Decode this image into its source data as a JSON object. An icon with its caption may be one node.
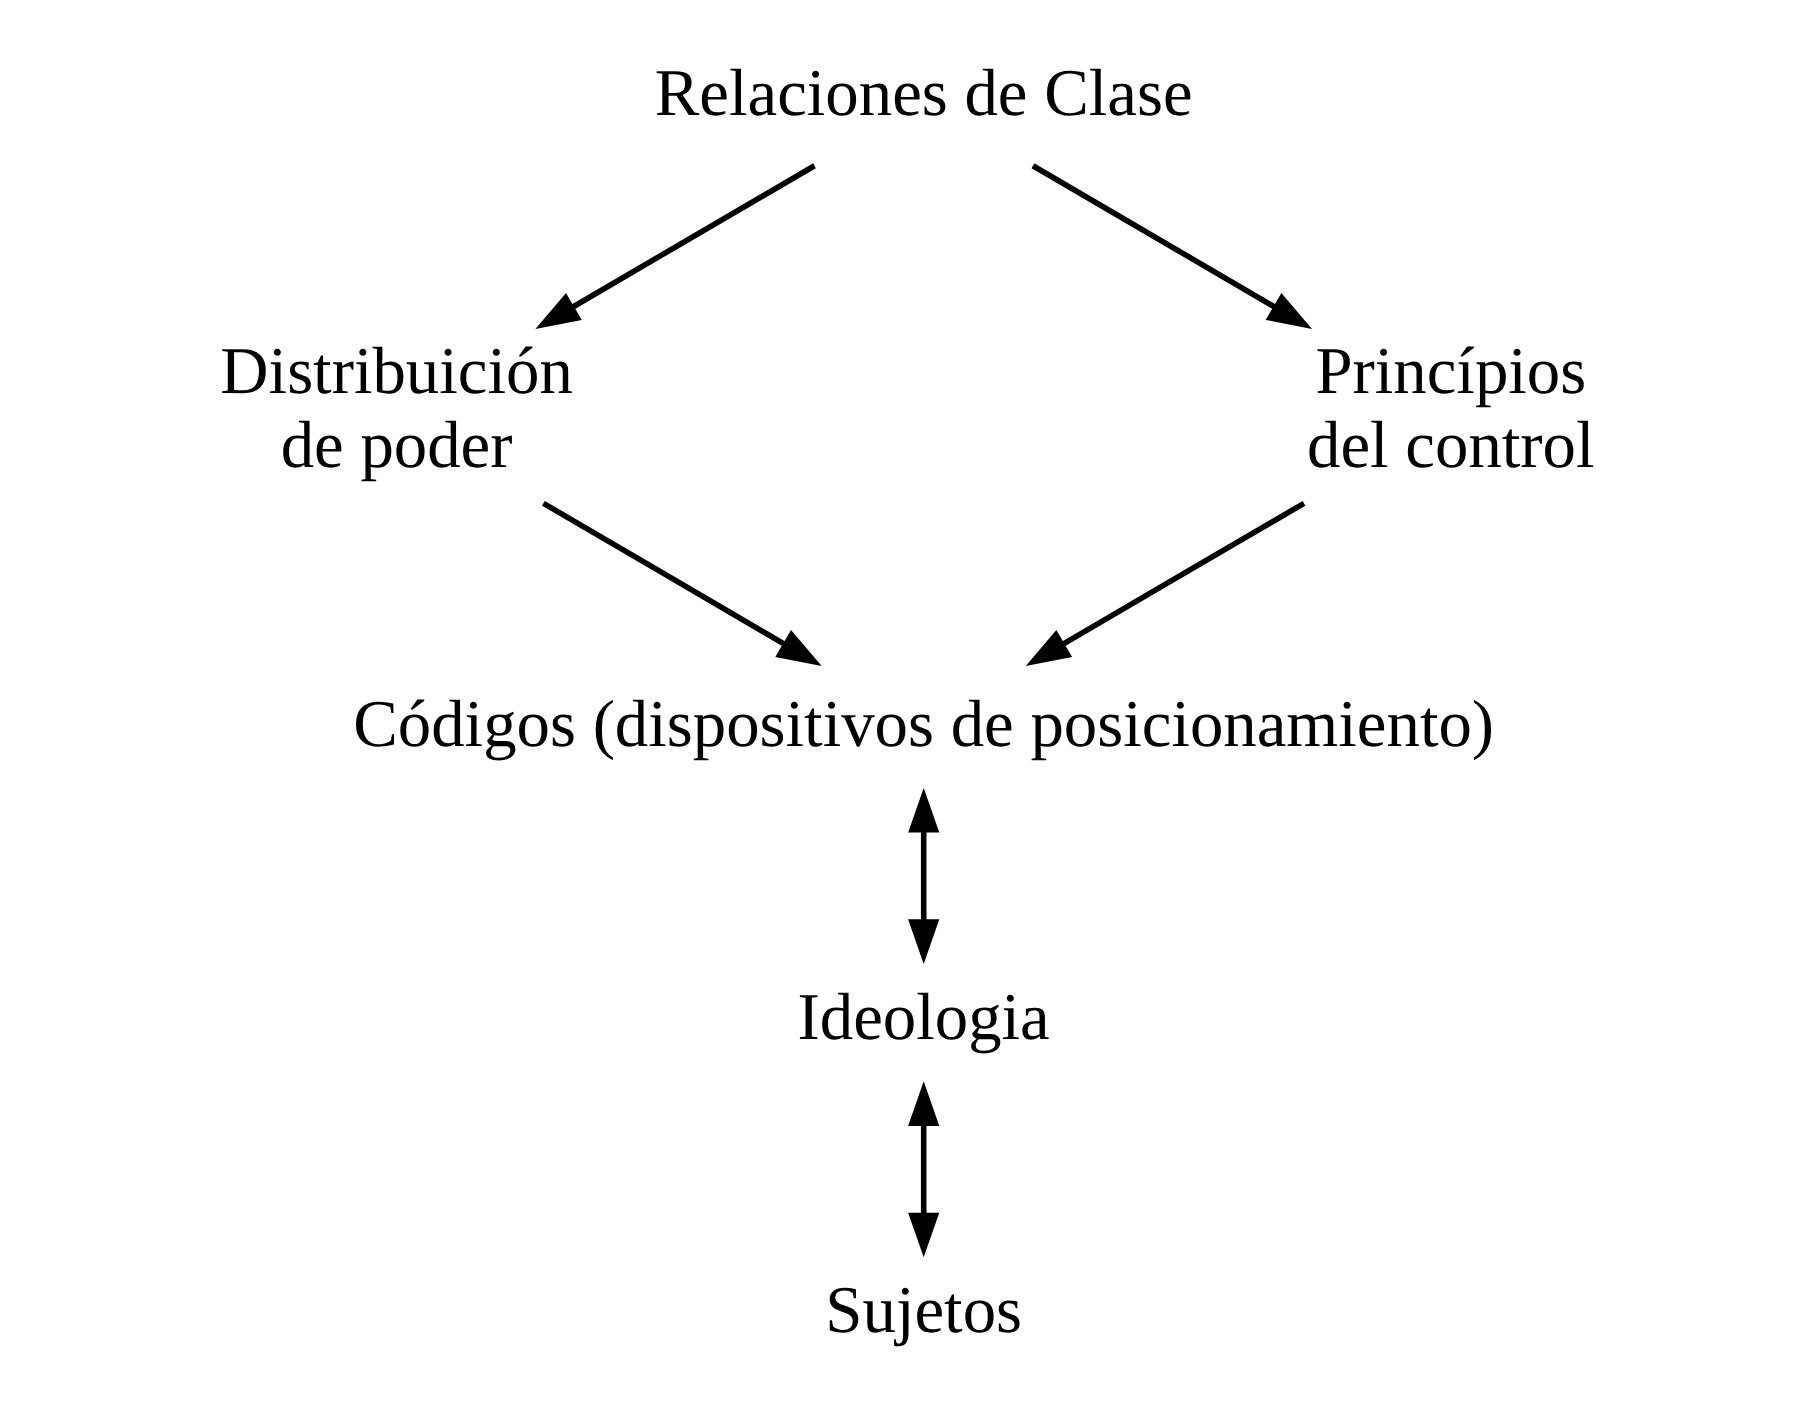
{
  "diagram": {
    "nodes": [
      {
        "text": [
          "Relaciones de Clase"
        ]
      },
      {
        "text": [
          "Distribuición de poder"
        ]
      },
      {
        "text": [
          "Princípios del control"
        ]
      },
      {
        "text": [
          "Códigos (dispositivos de posicionamiento)"
        ]
      },
      {
        "text": [
          "Ideologia"
        ]
      },
      {
        "text": [
          "Sujetos"
        ]
      }
    ],
    "edges": [
      {
        "from": 0,
        "to": 1,
        "arrow": "to"
      },
      {
        "from": 0,
        "to": 2,
        "arrow": "to"
      },
      {
        "from": 1,
        "to": 3,
        "arrow": "to"
      },
      {
        "from": 2,
        "to": 3,
        "arrow": "to"
      },
      {
        "from": 3,
        "to": 4,
        "arrow": "both"
      },
      {
        "from": 4,
        "to": 5,
        "arrow": "both"
      }
    ]
  }
}
